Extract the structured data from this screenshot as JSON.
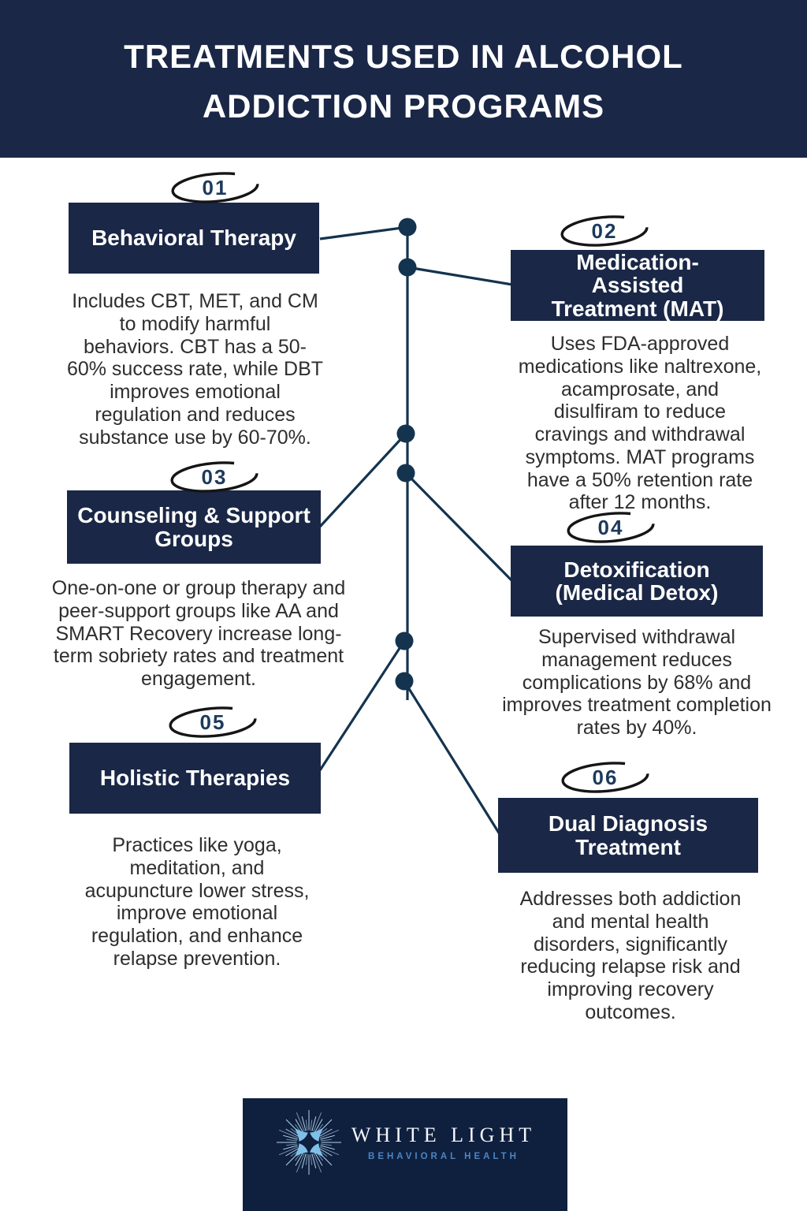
{
  "header": {
    "title": "TREATMENTS USED IN ALCOHOL\nADDICTION PROGRAMS"
  },
  "sections": [
    {
      "number": "01",
      "title": "Behavioral Therapy",
      "description": "Includes CBT, MET, and CM\nto modify harmful\nbehaviors. CBT has a 50-\n60% success rate, while DBT\nimproves emotional\nregulation and reduces\nsubstance use by 60-70%."
    },
    {
      "number": "02",
      "title": "Medication-\nAssisted\nTreatment (MAT)",
      "description": "Uses FDA-approved\nmedications like naltrexone,\nacamprosate, and\ndisulfiram to reduce\ncravings and withdrawal\nsymptoms. MAT programs\nhave a 50% retention rate\nafter 12 months."
    },
    {
      "number": "03",
      "title": "Counseling & Support\nGroups",
      "description": "One-on-one or group therapy and\npeer-support groups like AA and\nSMART Recovery increase long-\nterm sobriety rates and treatment\nengagement."
    },
    {
      "number": "04",
      "title": "Detoxification\n(Medical Detox)",
      "description": "Supervised withdrawal\nmanagement reduces\ncomplications by 68% and\nimproves treatment completion\nrates by 40%."
    },
    {
      "number": "05",
      "title": "Holistic Therapies",
      "description": "Practices like yoga,\nmeditation, and\nacupuncture lower stress,\nimprove emotional\nregulation, and enhance\nrelapse prevention."
    },
    {
      "number": "06",
      "title": "Dual Diagnosis\nTreatment",
      "description": "Addresses both addiction\nand mental health\ndisorders, significantly\nreducing relapse risk and\nimproving recovery\noutcomes."
    }
  ],
  "footer": {
    "brand_name": "WHITE LIGHT",
    "brand_tagline": "BEHAVIORAL HEALTH",
    "logo": "starburst-icon"
  },
  "colors": {
    "navy": "#1a2746",
    "footer_navy": "#0f1f3e",
    "connector": "#14334e",
    "body_text": "#2e2e2e",
    "number_text": "#1c3a5c",
    "brand_blue": "#4b86c2",
    "logo_blue": "#7fc0e8"
  }
}
